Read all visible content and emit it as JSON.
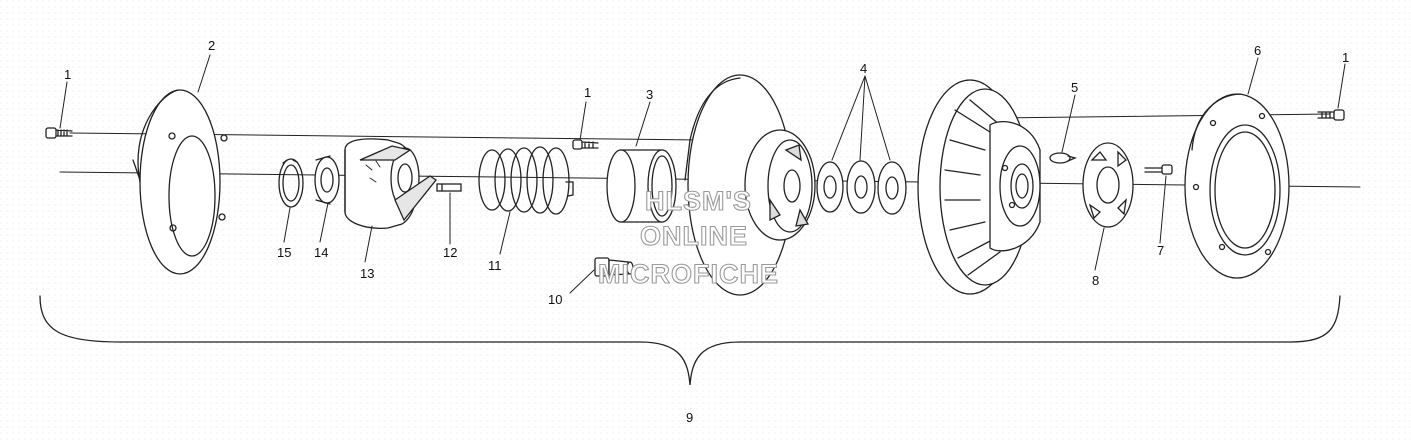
{
  "watermark": {
    "line1": "HLSM'S",
    "line2": "ONLINE",
    "line3": "MICROFICHE"
  },
  "labels": {
    "n1_left": "1",
    "n2": "2",
    "n1_mid": "1",
    "n3": "3",
    "n4": "4",
    "n5": "5",
    "n6": "6",
    "n1_right": "1",
    "n7": "7",
    "n8": "8",
    "n9": "9",
    "n10": "10",
    "n11": "11",
    "n12": "12",
    "n13": "13",
    "n14": "14",
    "n15": "15"
  },
  "colors": {
    "line": "#222222",
    "background": "#ffffff"
  }
}
